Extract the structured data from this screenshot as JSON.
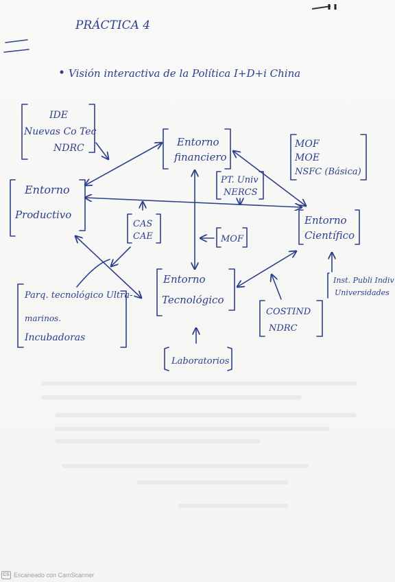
{
  "title": "PRÁCTICA 4",
  "subtitle": "Visión interactiva de la Política I+D+i China",
  "nodes": {
    "financiero": [
      "Entorno",
      "financiero"
    ],
    "productivo": [
      "Entorno",
      "Productivo"
    ],
    "cientifico": [
      "Entorno",
      "Científico"
    ],
    "tecnologico": [
      "Entorno",
      "Tecnológico"
    ]
  },
  "brackets": {
    "ide": [
      "IDE",
      "Nuevas Co Tec",
      "NDRC"
    ],
    "mof_moe": [
      "MOF",
      "MOE",
      "NSFC (Básica)"
    ],
    "pt_univ": [
      "PT. Univ",
      "NERCS"
    ],
    "cas": [
      "CAS",
      "CAE"
    ],
    "mof": "MOF",
    "parq": [
      "Parq. tecnológico Ultra-",
      "marinos.",
      "Incubadoras"
    ],
    "costind": [
      "COSTIND",
      "NDRC"
    ],
    "labs": "Laboratorios",
    "inst": [
      "Inst. Publi Indiv",
      "Universidades"
    ]
  },
  "footer": {
    "logo": "CS",
    "text": "Escaneado con CamScanner"
  }
}
